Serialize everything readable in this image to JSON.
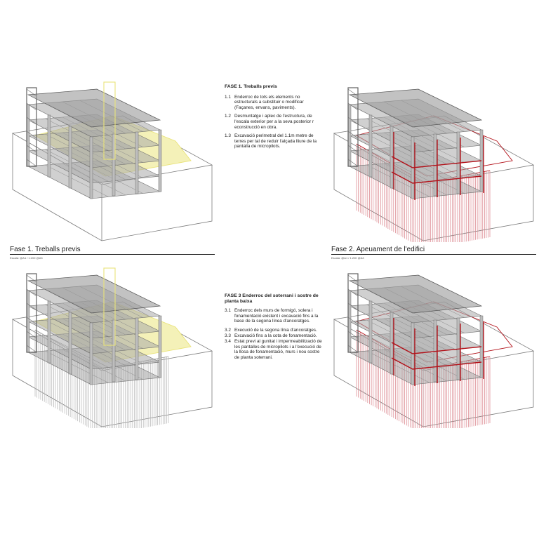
{
  "panels": [
    {
      "caption": "Fase 1. Treballs previs",
      "scale": "Escala: @A1 / 1:200 @A3",
      "highlight": "yellow",
      "show_piles": false,
      "notes": {
        "heading": "FASE 1. Treballs previs",
        "items": [
          {
            "num": "1.1",
            "text": "Enderroc de tots els elements no estructurals a substituir o modificar (Façanes, envans, paviments)."
          },
          {
            "num": "1.2",
            "text": "Desmuntatge i aplec de l'estructura, de l'escala exterior per a la seva posterior r econstrucció en obra."
          },
          {
            "num": "1.3",
            "text": "Excavació perimetral del 1.1m metre de terres per tal de reduir l'alçada lliure de la pantalla de micropilots."
          }
        ]
      }
    },
    {
      "caption": "Fase 2. Apeuament de l'edifici",
      "scale": "Escala: @A1 / 1:200 @A3",
      "highlight": "red",
      "show_piles": true
    },
    {
      "caption": "",
      "highlight": "yellow",
      "show_piles": true,
      "notes": {
        "heading": "FASE 3 Enderroc del soterrani i sostre de planta baixa",
        "items": [
          {
            "num": "3.1",
            "text": "Enderroc dels murs de formigó, solera i fonamentació existent i excavació fins a la base de la segona línea d'ancoratges."
          },
          {
            "num": "3.2",
            "text": "Execució de la segona línia d'ancoratges."
          },
          {
            "num": "3.3",
            "text": "Excavació fins a la cota de fonamentació."
          },
          {
            "num": "3.4",
            "text": "Estat previ al gunitat i impermeabilització de les pantalles de micropilots i a l'execució de la llosa de fonamentació, murs i nou sostre de planta soterrani."
          }
        ]
      }
    },
    {
      "caption": "",
      "highlight": "red",
      "show_piles": true
    }
  ],
  "colors": {
    "line": "#7a7a7a",
    "frame_fill": "#bdbdbd",
    "slab_fill": "#a9a9a9",
    "yellow": "#e9e37a",
    "yellow_fill": "#f4f1b8",
    "red": "#b3131b",
    "pile_red": "#d98088"
  }
}
